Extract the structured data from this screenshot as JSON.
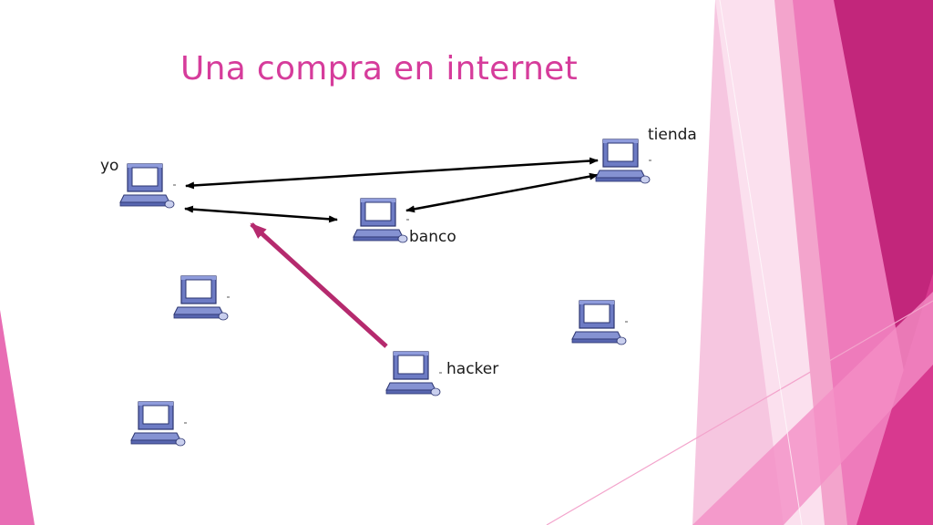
{
  "slide": {
    "title": "Una compra en internet"
  },
  "nodes": {
    "yo": "yo",
    "tienda": "tienda",
    "banco": "banco",
    "hacker": "hacker"
  },
  "colors": {
    "title": "#d63c9b",
    "attack_arrow": "#b52a6e",
    "connection_arrow": "#000000",
    "theme_pink": "#e85fad",
    "theme_magenta": "#c0267a"
  }
}
